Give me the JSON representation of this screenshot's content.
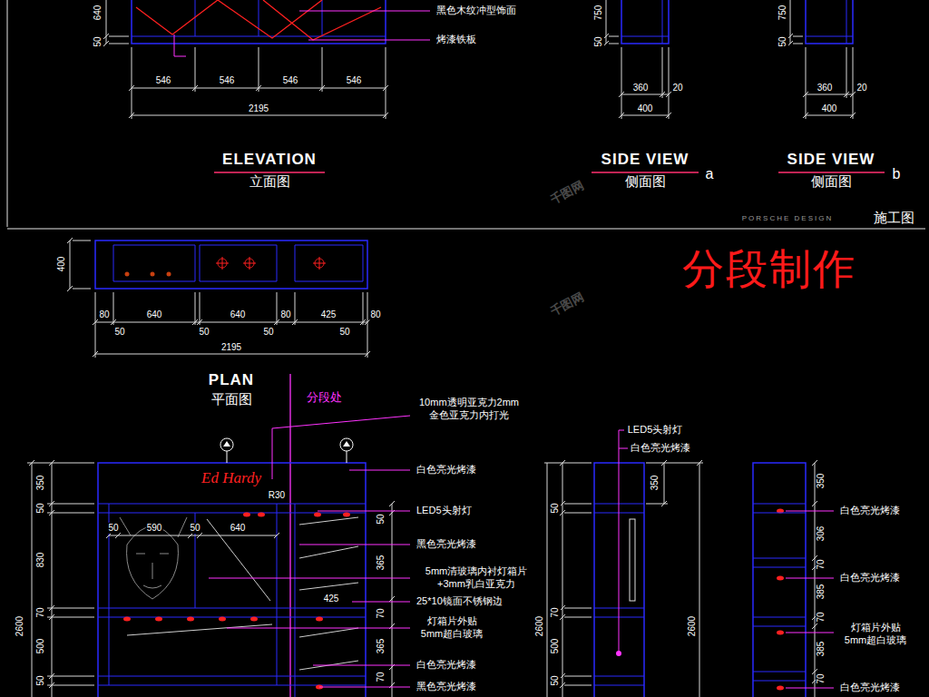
{
  "diagram": {
    "labels": [
      "640",
      "50",
      "黑色木纹冲型饰面",
      "烤漆铁板",
      "546",
      "546",
      "546",
      "546",
      "2195",
      "ELEVATION",
      "立面图",
      "750",
      "50",
      "360",
      "20",
      "400",
      "SIDE VIEW",
      "侧面图",
      "a",
      "750",
      "50",
      "360",
      "20",
      "400",
      "SIDE VIEW",
      "侧面图",
      "b",
      "PORSCHE DESIGN",
      "施工图",
      "千图网",
      "千图网",
      "400",
      "80",
      "640",
      "50",
      "640",
      "50",
      "80",
      "50",
      "425",
      "80",
      "50",
      "2195",
      "PLAN",
      "平面图",
      "分段处",
      "分段制作",
      "10mm透明亚克力2mm 金色亚克力内打光",
      "Ed Hardy",
      "R30",
      "白色亮光烤漆",
      "LED5头射灯",
      "黑色亮光烤漆",
      "5mm清玻璃内衬灯箱片+3mm乳白亚克力",
      "25*10镜面不锈钢边",
      "灯箱片外贴 5mm超白玻璃",
      "白色亮光烤漆",
      "黑色亮光烤漆",
      "2600",
      "350",
      "50",
      "830",
      "70",
      "500",
      "50",
      "50",
      "590",
      "50",
      "640",
      "425",
      "50",
      "365",
      "70",
      "365",
      "70",
      "LED5头射灯",
      "白色亮光烤漆",
      "50",
      "70",
      "500",
      "50",
      "2600",
      "350",
      "2600",
      "350",
      "306",
      "70",
      "385",
      "70",
      "385",
      "70",
      "白色亮光烤漆",
      "白色亮光烤漆",
      "灯箱片外贴 5mm超白玻璃",
      "白色亮光烤漆"
    ]
  }
}
